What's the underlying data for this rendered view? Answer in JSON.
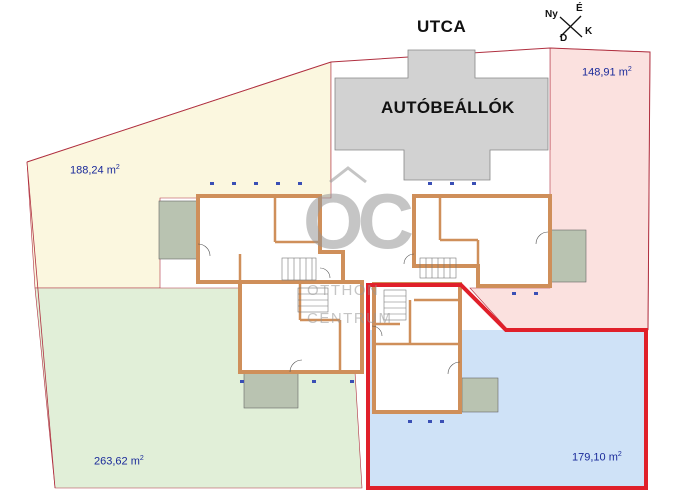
{
  "street_label": "UTCA",
  "parking_label": "AUTÓBEÁLLÓK",
  "compass": {
    "north": "É",
    "west": "Ny",
    "east": "K",
    "south": "D"
  },
  "plots": [
    {
      "name": "north-west",
      "area": "188,24",
      "unit": "m",
      "color": "#fbf7df"
    },
    {
      "name": "north-east",
      "area": "148,91",
      "unit": "m",
      "color": "#fbe1df"
    },
    {
      "name": "south-west",
      "area": "263,62",
      "unit": "m",
      "color": "#e1efd8"
    },
    {
      "name": "south-east",
      "area": "179,10",
      "unit": "m",
      "color": "#cfe2f7",
      "highlighted": true
    }
  ],
  "area_exponent": "2",
  "watermark": {
    "mark": "OC",
    "line1": "OTTHON",
    "line2": "CENTRUM"
  },
  "colors": {
    "highlight": "#e0202a",
    "wall": "#cf8f5a",
    "parking": "#d2d2d2",
    "boundary": "#b03040"
  }
}
